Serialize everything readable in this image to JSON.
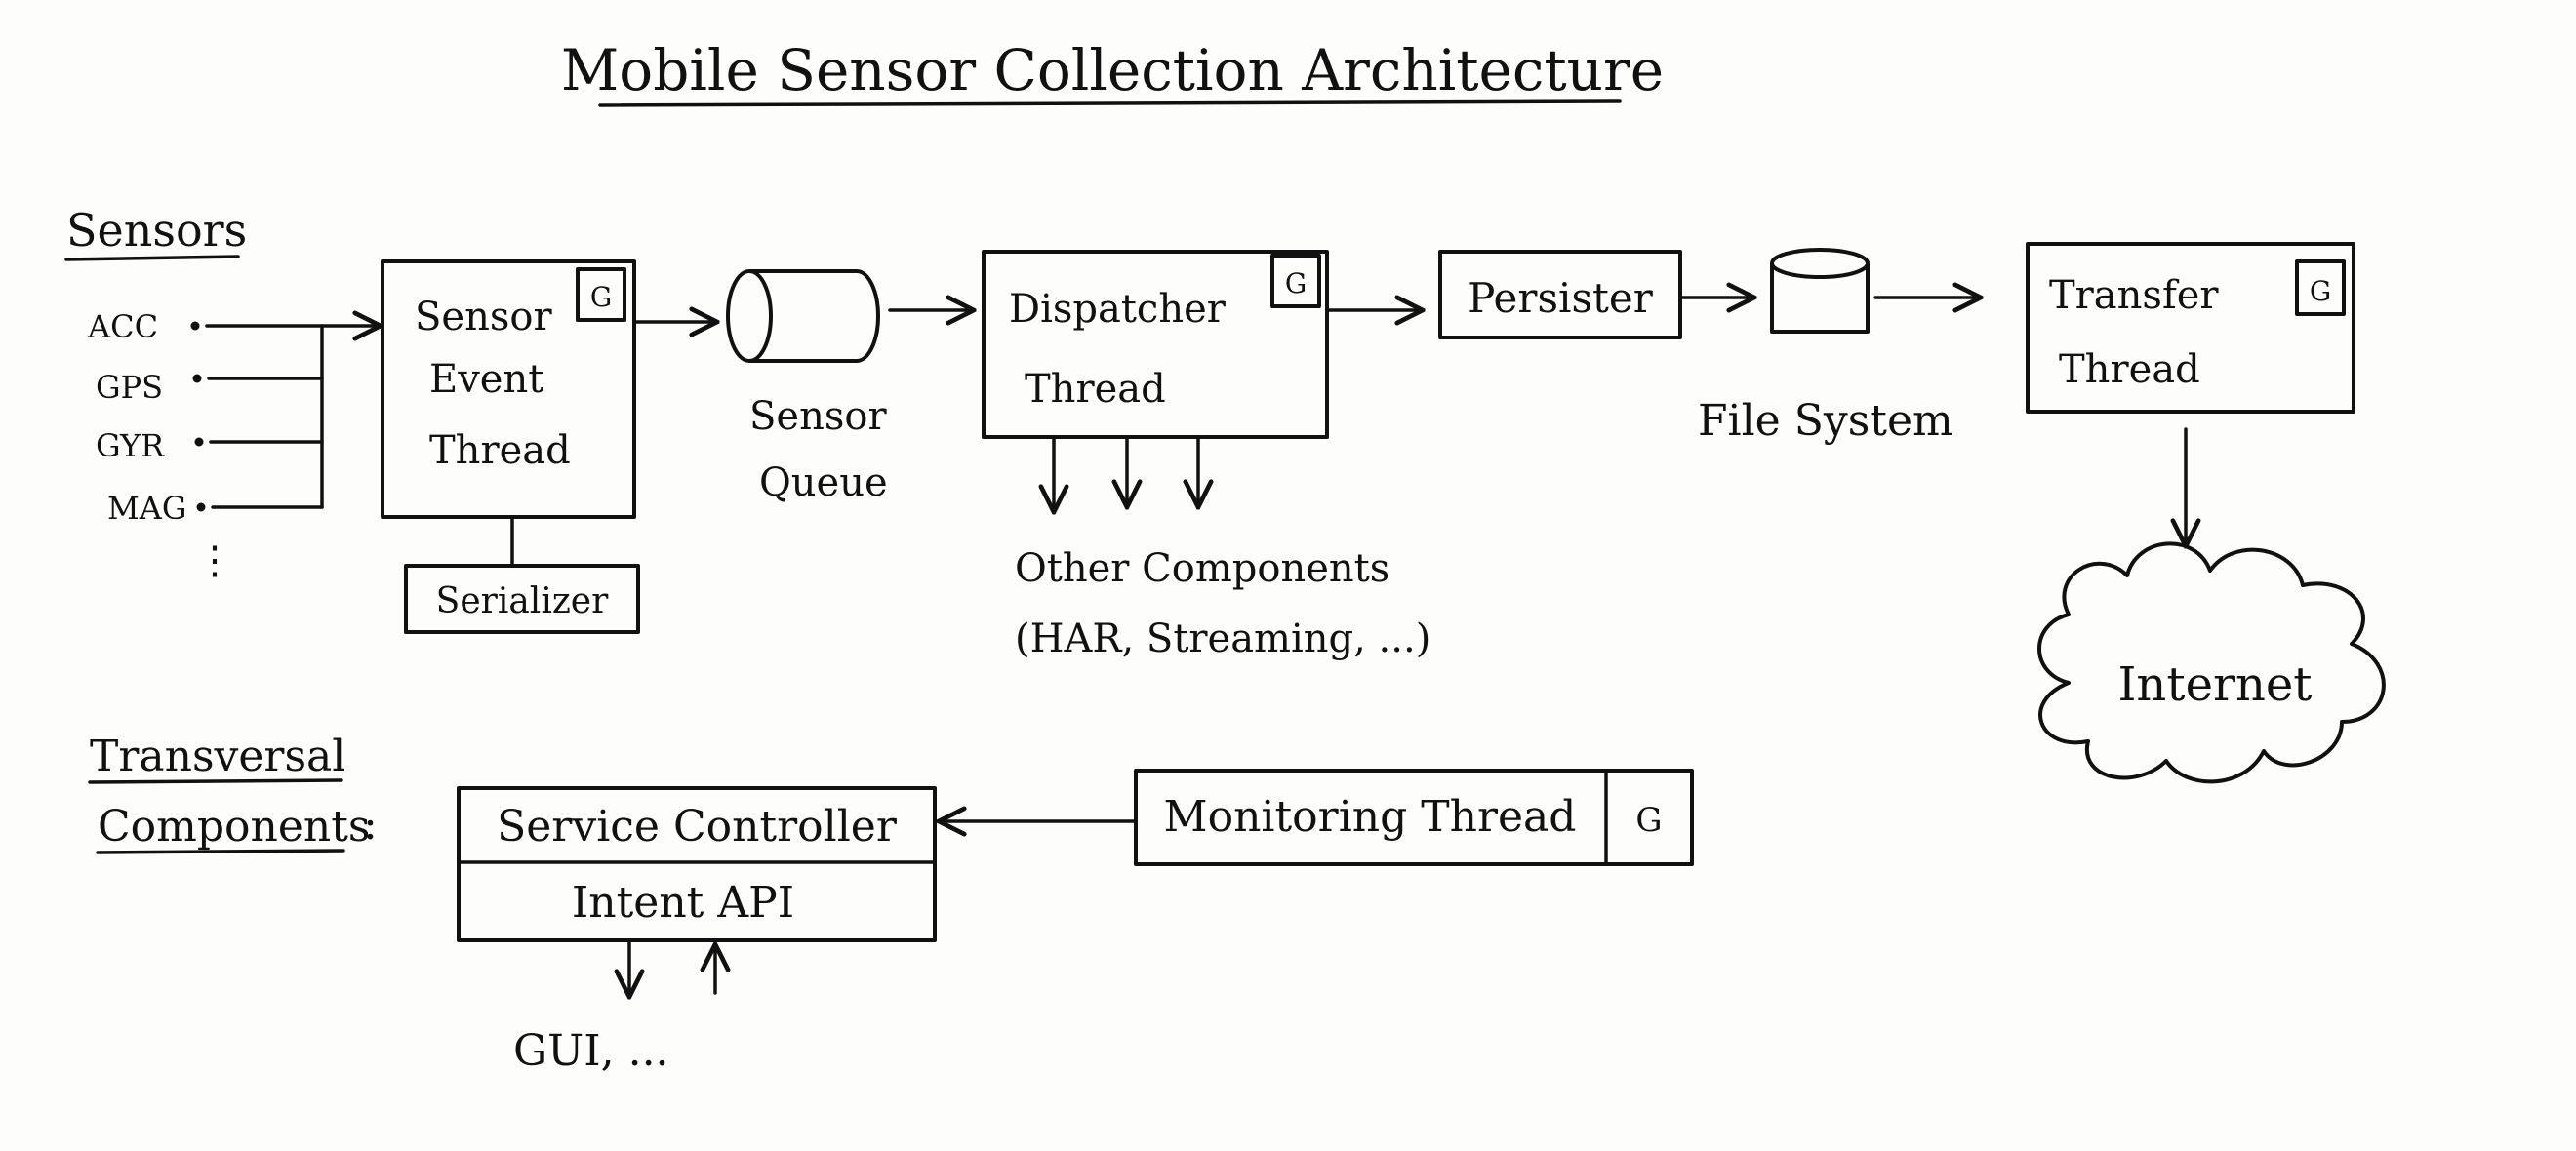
{
  "title": "Mobile Sensor Collection Architecture",
  "sections": {
    "sensors": "Sensors",
    "transversal_line1": "Transversal",
    "transversal_line2": "Components",
    "transversal_colon": ":"
  },
  "sensors": [
    "ACC",
    "GPS",
    "GYR",
    "MAG"
  ],
  "sensor_more": "⋮",
  "thread_marker": "G",
  "components": {
    "sensor_event_thread": [
      "Sensor",
      "Event",
      "Thread"
    ],
    "serializer": "Serializer",
    "sensor_queue": [
      "Sensor",
      "Queue"
    ],
    "dispatcher_thread": [
      "Dispatcher",
      "Thread"
    ],
    "other_components": [
      "Other Components",
      "(HAR, Streaming, ...)"
    ],
    "persister": "Persister",
    "file_system": "File System",
    "transfer_thread": [
      "Transfer",
      "Thread"
    ],
    "internet": "Internet",
    "service_controller": "Service Controller",
    "intent_api": "Intent API",
    "gui": "GUI, ...",
    "monitoring_thread": "Monitoring Thread"
  },
  "colors": {
    "ink": "#111111",
    "paper": "#fdfdfb"
  }
}
